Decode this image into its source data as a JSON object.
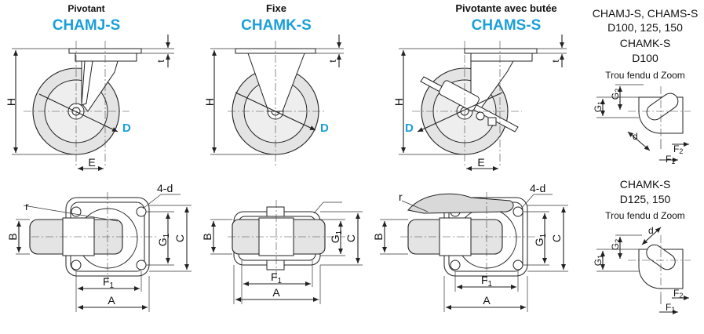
{
  "titles": {
    "swivel_sub": "Pivotant",
    "swivel_code": "CHAMJ-S",
    "fixed_sub": "Fixe",
    "fixed_code": "CHAMK-S",
    "stop_sub": "Pivotante avec butée",
    "stop_code": "CHAMS-S"
  },
  "dims": {
    "H": "H",
    "D": "D",
    "E": "E",
    "t": "t",
    "B": "B",
    "C": "C",
    "G1": "G",
    "sub1": "1",
    "sub2": "2",
    "A": "A",
    "F1": "F",
    "r": "r",
    "holes": "4-d",
    "d": "d",
    "G2": "G",
    "F2": "F"
  },
  "side_notes": {
    "top_line1": "CHAMJ-S, CHAMS-S",
    "top_line2": "D100, 125, 150",
    "top_line3": "CHAMK-S",
    "top_line4": "D100",
    "top_line5": "Trou fendu d Zoom",
    "bottom_line1": "CHAMK-S",
    "bottom_line2": "D125, 150",
    "bottom_line3": "Trou fendu d Zoom"
  },
  "colors": {
    "accent": "#1a9fd9",
    "line": "#222222",
    "wheel_fill": "#e4e4e4"
  }
}
